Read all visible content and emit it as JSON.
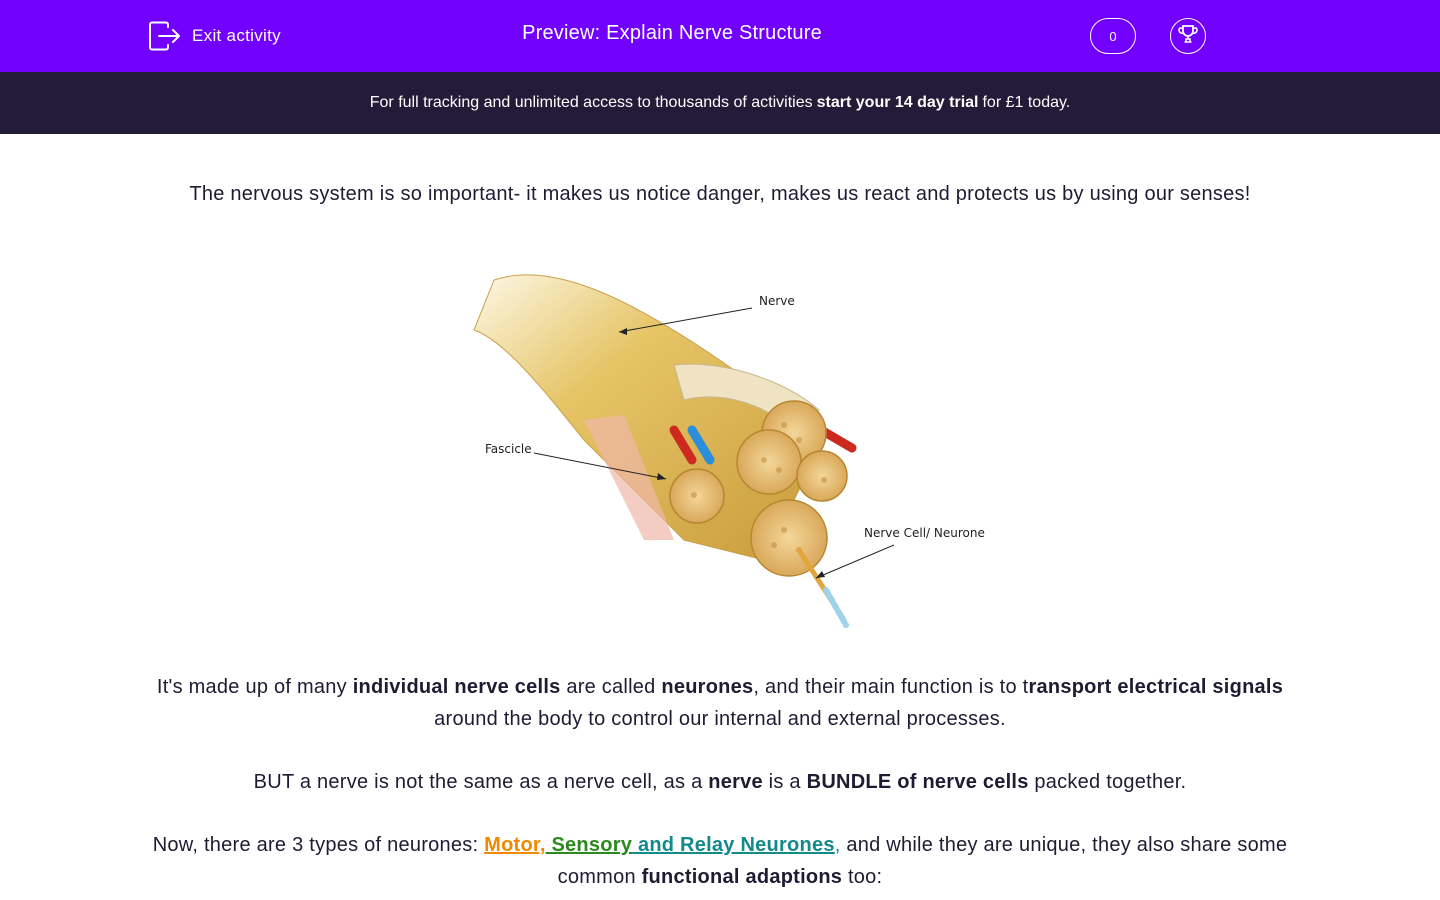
{
  "header": {
    "exit_label": "Exit activity",
    "title": "Preview: Explain Nerve Structure",
    "score": "0"
  },
  "promo": {
    "text_before": "For full tracking and unlimited access to thousands of activities",
    "text_bold": "start your 14 day trial",
    "text_after": "for £1 today."
  },
  "content": {
    "intro": "The nervous system is so important- it makes us notice danger, makes us react and protects us by using our senses!",
    "diagram": {
      "label_nerve": "Nerve",
      "label_fascicle": "Fascicle",
      "label_neurone": "Nerve Cell/ Neurone"
    },
    "p1": {
      "a": "It's made up of many ",
      "b": "individual nerve cells",
      "c": " are called ",
      "d": "neurones",
      "e": ", and their main function is to t",
      "f": "ransport electrical signals",
      "g": " around the body to control our internal and external processes."
    },
    "p2": {
      "a": "BUT a nerve is not the same as a nerve cell, as a ",
      "b": "nerve",
      "c": " is a ",
      "d": "BUNDLE of nerve cells",
      "e": " packed together."
    },
    "p3": {
      "a": "Now, there are 3 types of neurones: ",
      "motor": "Motor,",
      "sensory": " Sensory",
      "relay": " and Relay Neurones",
      "comma": ",",
      "b": " and while they are unique, they also share some common ",
      "c": "functional adaptions",
      "d": " too:"
    }
  },
  "colors": {
    "header_bg": "#7200ff",
    "promo_bg": "#231b38",
    "motor_link": "#ef8a00",
    "sensory_link": "#2a8a1e",
    "relay_link": "#138a8a"
  }
}
